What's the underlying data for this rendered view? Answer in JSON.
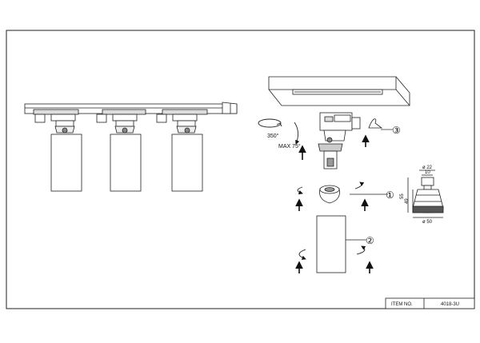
{
  "labels": {
    "rotation": "350°",
    "tilt": "MAX 75°",
    "step1": "①",
    "step2": "②",
    "step3": "③",
    "dim_top": "ø 22",
    "dim_inner": "10",
    "dim_height": "55",
    "dim_side": "49",
    "dim_bottom": "ø 50"
  },
  "title_block": {
    "label": "ITEM NO.",
    "value": "4018-3U"
  }
}
